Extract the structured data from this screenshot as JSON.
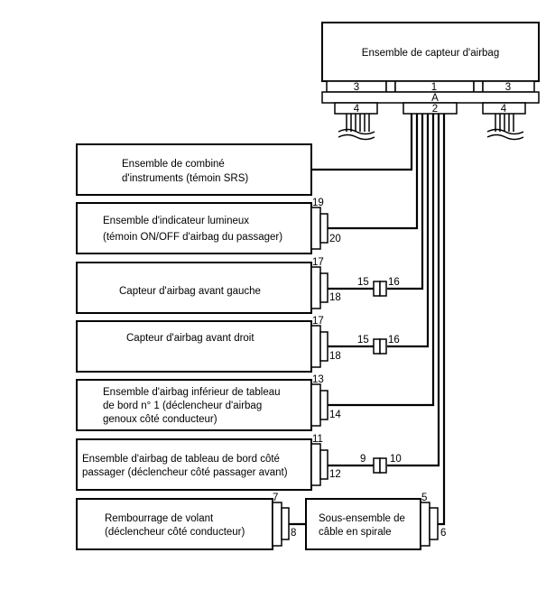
{
  "diagram": {
    "ecu": {
      "label": "Ensemble de capteur d'airbag",
      "connectors": {
        "top_left": "3",
        "top_center": "1",
        "top_right": "3",
        "bar": "A",
        "bottom_left": "4",
        "bottom_center": "2",
        "bottom_right": "4"
      }
    },
    "components": [
      {
        "id": "combine",
        "lines": [
          "Ensemble de combiné",
          "d'instruments (témoin SRS)"
        ]
      },
      {
        "id": "indicateur",
        "lines": [
          "Ensemble d'indicateur lumineux",
          "(témoin ON/OFF d'airbag du passager)"
        ],
        "pins": [
          "19",
          "20"
        ]
      },
      {
        "id": "capteur-gauche",
        "lines": [
          "Capteur d'airbag avant gauche"
        ],
        "pins": [
          "17",
          "18"
        ],
        "junction": [
          "15",
          "16"
        ]
      },
      {
        "id": "capteur-droit",
        "lines": [
          "Capteur d'airbag avant droit"
        ],
        "pins": [
          "17",
          "18"
        ],
        "junction": [
          "15",
          "16"
        ]
      },
      {
        "id": "genoux",
        "lines": [
          "Ensemble d'airbag inférieur de tableau",
          "de bord n° 1 (déclencheur d'airbag",
          "genoux côté conducteur)"
        ],
        "pins": [
          "13",
          "14"
        ]
      },
      {
        "id": "passager",
        "lines": [
          "Ensemble d'airbag de tableau de bord côté",
          "passager (déclencheur côté passager avant)"
        ],
        "pins": [
          "11",
          "12"
        ],
        "junction": [
          "9",
          "10"
        ]
      },
      {
        "id": "volant",
        "lines": [
          "Rembourrage de volant",
          "(déclencheur côté conducteur)"
        ],
        "pins": [
          "7",
          "8"
        ]
      },
      {
        "id": "spirale",
        "lines": [
          "Sous-ensemble de",
          "câble en spirale"
        ],
        "pins": [
          "5",
          "6"
        ]
      }
    ]
  }
}
